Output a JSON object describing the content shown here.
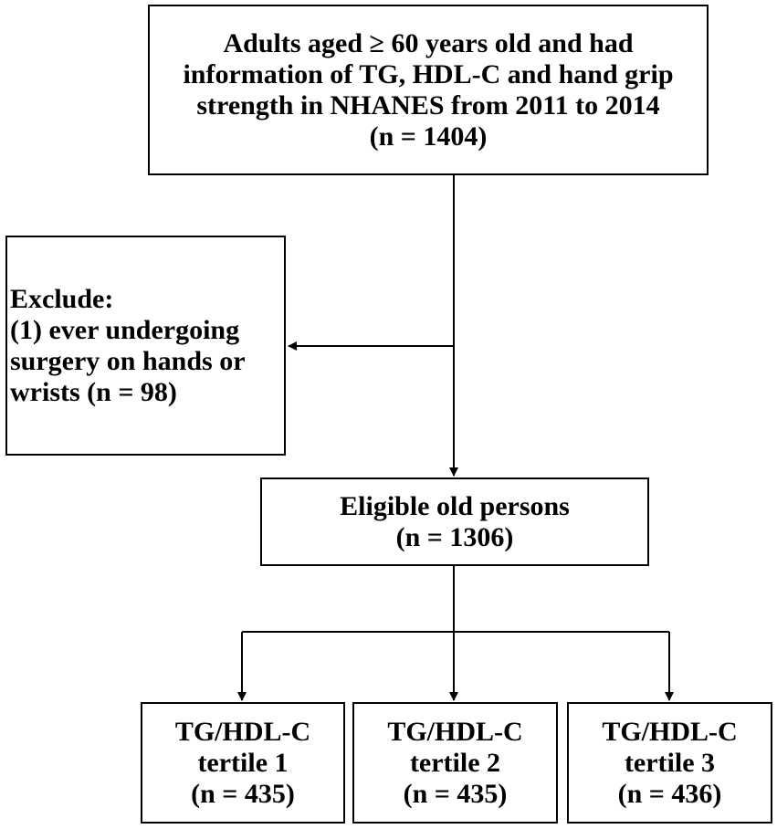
{
  "top_box": {
    "lines": [
      "Adults aged ≥ 60 years old and had",
      "information of TG, HDL-C and hand grip",
      "strength in NHANES from 2011 to 2014",
      "(n = 1404)"
    ]
  },
  "exclude_box": {
    "lines": [
      "Exclude:",
      "(1) ever undergoing",
      "surgery on hands or",
      "wrists (n = 98)"
    ]
  },
  "eligible_box": {
    "lines": [
      "Eligible old persons",
      "(n = 1306)"
    ]
  },
  "tertiles": [
    {
      "lines": [
        "TG/HDL-C",
        "tertile 1",
        "(n = 435)"
      ]
    },
    {
      "lines": [
        "TG/HDL-C",
        "tertile 2",
        "(n = 435)"
      ]
    },
    {
      "lines": [
        "TG/HDL-C",
        "tertile 3",
        "(n = 436)"
      ]
    }
  ],
  "colors": {
    "line": "#000000",
    "background": "#ffffff"
  }
}
